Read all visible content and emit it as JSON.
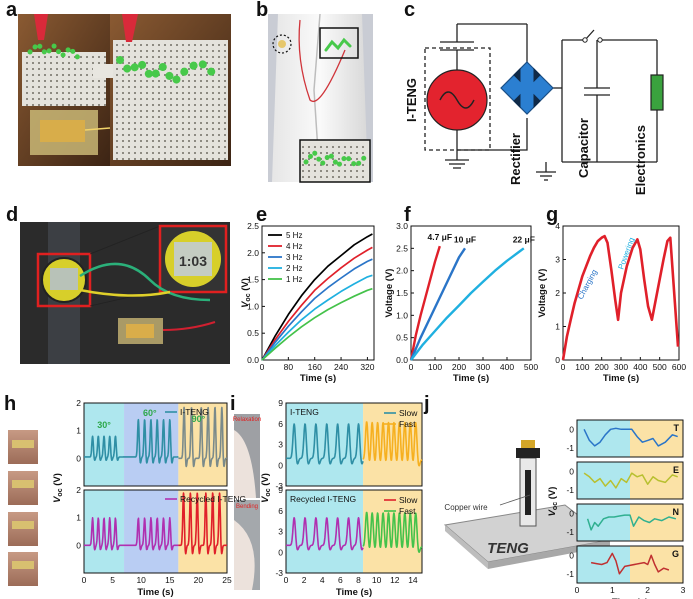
{
  "panels": {
    "a": {
      "label": "a"
    },
    "b": {
      "label": "b"
    },
    "c": {
      "label": "c",
      "texts": {
        "iteng": "I-TENG",
        "rectifier": "Rectifier",
        "capacitor": "Capacitor",
        "electronics": "Electronics"
      }
    },
    "d": {
      "label": "d",
      "watch_time": "1:03"
    },
    "e": {
      "label": "e"
    },
    "f": {
      "label": "f"
    },
    "g": {
      "label": "g",
      "ann": {
        "charging": "Charging",
        "powering": "Powering"
      }
    },
    "h": {
      "label": "h",
      "angles": [
        "30°",
        "60°",
        "90°"
      ]
    },
    "i": {
      "label": "i",
      "photo_labels": [
        "Relaxation",
        "Bending"
      ]
    },
    "j": {
      "label": "j",
      "device": {
        "teng": "TENG",
        "wire": "Copper wire"
      },
      "letters": [
        "T",
        "E",
        "N",
        "G"
      ]
    }
  },
  "colors": {
    "cyan_bg": "#aee7ee",
    "blue_bg": "#b9cdf3",
    "yellow_bg": "#fbe2a6",
    "red": "#e0202a",
    "blue": "#2a75c8",
    "lightblue": "#1fb0e0",
    "green": "#44c24a",
    "teal": "#2f8fa5",
    "purple": "#b030b0",
    "orange": "#f6b020",
    "gray": "#7a8a8a"
  },
  "chart_data": [
    {
      "id": "e",
      "type": "line",
      "xlabel": "Time (s)",
      "ylabel": "V_oc (V)",
      "xlim": [
        0,
        340
      ],
      "ylim": [
        0,
        2.5
      ],
      "xticks": [
        0,
        80,
        160,
        240,
        320
      ],
      "yticks": [
        0.0,
        0.5,
        1.0,
        1.5,
        2.0,
        2.5
      ],
      "legend": "top-left",
      "series": [
        {
          "name": "5 Hz",
          "color": "#000000",
          "x": [
            0,
            40,
            80,
            120,
            160,
            200,
            240,
            280,
            320,
            335
          ],
          "y": [
            0,
            0.45,
            0.85,
            1.2,
            1.5,
            1.75,
            1.95,
            2.15,
            2.3,
            2.35
          ]
        },
        {
          "name": "4 Hz",
          "color": "#e0202a",
          "x": [
            0,
            40,
            80,
            120,
            160,
            200,
            240,
            280,
            320,
            335
          ],
          "y": [
            0,
            0.38,
            0.72,
            1.02,
            1.3,
            1.52,
            1.72,
            1.9,
            2.05,
            2.1
          ]
        },
        {
          "name": "3 Hz",
          "color": "#2a75c8",
          "x": [
            0,
            40,
            80,
            120,
            160,
            200,
            240,
            280,
            320,
            335
          ],
          "y": [
            0,
            0.33,
            0.63,
            0.9,
            1.15,
            1.35,
            1.53,
            1.7,
            1.84,
            1.88
          ]
        },
        {
          "name": "2 Hz",
          "color": "#1fb0e0",
          "x": [
            0,
            40,
            80,
            120,
            160,
            200,
            240,
            280,
            320,
            335
          ],
          "y": [
            0,
            0.27,
            0.52,
            0.75,
            0.95,
            1.12,
            1.28,
            1.42,
            1.55,
            1.58
          ]
        },
        {
          "name": "1 Hz",
          "color": "#44c24a",
          "x": [
            0,
            40,
            80,
            120,
            160,
            200,
            240,
            280,
            320,
            335
          ],
          "y": [
            0,
            0.22,
            0.43,
            0.62,
            0.79,
            0.94,
            1.07,
            1.19,
            1.3,
            1.33
          ]
        }
      ]
    },
    {
      "id": "f",
      "type": "line",
      "xlabel": "Time (s)",
      "ylabel": "Voltage (V)",
      "xlim": [
        0,
        500
      ],
      "ylim": [
        0,
        3.0
      ],
      "xticks": [
        0,
        100,
        200,
        300,
        400,
        500
      ],
      "yticks": [
        0.0,
        0.5,
        1.0,
        1.5,
        2.0,
        2.5,
        3.0
      ],
      "series": [
        {
          "name": "4.7 μF",
          "color": "#e0202a",
          "x": [
            0,
            20,
            40,
            60,
            80,
            100,
            120
          ],
          "y": [
            0,
            0.55,
            1.0,
            1.4,
            1.8,
            2.2,
            2.55
          ]
        },
        {
          "name": "10 μF",
          "color": "#2a75c8",
          "x": [
            0,
            40,
            80,
            120,
            160,
            200,
            225
          ],
          "y": [
            0,
            0.5,
            0.95,
            1.4,
            1.85,
            2.3,
            2.5
          ]
        },
        {
          "name": "22 μF",
          "color": "#1fb0e0",
          "x": [
            0,
            50,
            100,
            150,
            200,
            250,
            300,
            350,
            400,
            450,
            470
          ],
          "y": [
            0,
            0.35,
            0.65,
            0.95,
            1.22,
            1.5,
            1.75,
            2.0,
            2.22,
            2.42,
            2.5
          ]
        }
      ]
    },
    {
      "id": "g",
      "type": "line",
      "xlabel": "Time (s)",
      "ylabel": "Voltage (V)",
      "xlim": [
        0,
        600
      ],
      "ylim": [
        0,
        4
      ],
      "xticks": [
        0,
        100,
        200,
        300,
        400,
        500,
        600
      ],
      "yticks": [
        0,
        1,
        2,
        3,
        4
      ],
      "series": [
        {
          "name": "",
          "color": "#e0202a",
          "x": [
            0,
            20,
            40,
            60,
            80,
            100,
            120,
            140,
            160,
            180,
            200,
            215,
            230,
            250,
            270,
            285,
            300,
            330,
            360,
            385,
            400,
            420,
            440,
            460,
            490,
            520,
            540,
            555,
            575,
            595
          ],
          "y": [
            0,
            0.7,
            1.2,
            1.7,
            2.1,
            2.5,
            2.8,
            3.1,
            3.35,
            3.55,
            3.65,
            3.7,
            3.5,
            2.7,
            1.8,
            1.2,
            2.0,
            2.8,
            3.35,
            3.6,
            3.3,
            2.4,
            1.6,
            1.2,
            2.1,
            3.0,
            3.55,
            3.65,
            2.0,
            0.4
          ]
        }
      ]
    },
    {
      "id": "h",
      "type": "line",
      "xlabel": "Time (s)",
      "ylabel": "V_oc (V)",
      "xlim": [
        0,
        25
      ],
      "xticks": [
        0,
        5,
        10,
        15,
        20,
        25
      ],
      "subplots": [
        {
          "ylim": [
            -1,
            2
          ],
          "yticks": [
            0,
            1,
            2
          ],
          "legend": "I-TENG",
          "bands": [
            {
              "x0": 0,
              "x1": 7,
              "color": "#aee7ee"
            },
            {
              "x0": 7,
              "x1": 16.5,
              "color": "#b9cdf3"
            },
            {
              "x0": 16.5,
              "x1": 25,
              "color": "#fbe2a6"
            }
          ],
          "segments": [
            {
              "color": "#2f8fa5",
              "x0": 0,
              "x1": 7,
              "peaks": [
                1.5,
                2.5,
                3.5,
                4.5,
                5.5
              ],
              "amp": 0.75,
              "base": 0.05
            },
            {
              "color": "#2f8fa5",
              "x0": 7,
              "x1": 16.5,
              "peaks": [
                9.5,
                10.6,
                11.7,
                12.8,
                13.9,
                15
              ],
              "amp": 1.35,
              "base": 0.05
            },
            {
              "color": "#7a8a8a",
              "x0": 16.5,
              "x1": 25,
              "peaks": [
                17.5,
                18.8,
                20.5,
                21.7,
                22.9,
                24.1
              ],
              "amp": 1.85,
              "base": 0.0
            }
          ]
        },
        {
          "ylim": [
            -1,
            2
          ],
          "yticks": [
            0,
            1,
            2
          ],
          "legend": "Recycled I-TENG",
          "bands": [
            {
              "x0": 0,
              "x1": 7,
              "color": "#aee7ee"
            },
            {
              "x0": 7,
              "x1": 16.5,
              "color": "#b9cdf3"
            },
            {
              "x0": 16.5,
              "x1": 25,
              "color": "#fbe2a6"
            }
          ],
          "segments": [
            {
              "color": "#b030b0",
              "x0": 0,
              "x1": 16.5,
              "peaks": [
                1.5,
                2.5,
                3.5,
                4.5,
                5.5,
                9.5,
                10.6,
                11.7,
                12.8,
                13.9,
                15
              ],
              "amp": 1.0,
              "base": 0.0
            },
            {
              "color": "#e0202a",
              "x0": 16.5,
              "x1": 25,
              "peaks": [
                17.4,
                18.6,
                19.8,
                21.3,
                22.5,
                23.7
              ],
              "amp": 1.9,
              "base": 0.0
            }
          ]
        }
      ]
    },
    {
      "id": "i",
      "type": "line",
      "xlabel": "Time (s)",
      "ylabel": "V_oc (V)",
      "xlim": [
        0,
        15
      ],
      "xticks": [
        0,
        2,
        4,
        6,
        8,
        10,
        12,
        14
      ],
      "subplots": [
        {
          "ylim": [
            -3,
            9
          ],
          "yticks": [
            -3,
            0,
            3,
            6,
            9
          ],
          "legend_title": "I-TENG",
          "legend": [
            "Slow",
            "Fast"
          ],
          "bands": [
            {
              "x0": 0,
              "x1": 8.5,
              "color": "#aee7ee"
            },
            {
              "x0": 8.5,
              "x1": 15,
              "color": "#fbe2a6"
            }
          ],
          "segments": [
            {
              "color": "#2f8fa5",
              "x0": 0,
              "x1": 8.5,
              "peaks": [
                0.9,
                2.1,
                3.3,
                4.5,
                5.7,
                6.9,
                8.0
              ],
              "amp": 5.0,
              "base": 1.0
            },
            {
              "color": "#f6b020",
              "x0": 8.5,
              "x1": 15,
              "peaks": [
                8.9,
                9.5,
                10.1,
                10.7,
                11.3,
                11.9,
                12.5,
                13.1,
                13.7,
                14.3
              ],
              "amp": 5.5,
              "base": 0.8
            }
          ]
        },
        {
          "ylim": [
            -3,
            9
          ],
          "yticks": [
            -3,
            0,
            3,
            6,
            9
          ],
          "legend_title": "Recycled I-TENG",
          "legend": [
            "Slow",
            "Fast"
          ],
          "bands": [
            {
              "x0": 0,
              "x1": 8.5,
              "color": "#aee7ee"
            },
            {
              "x0": 8.5,
              "x1": 15,
              "color": "#fbe2a6"
            }
          ],
          "segments": [
            {
              "color": "#b030b0",
              "x0": 0,
              "x1": 8.5,
              "peaks": [
                0.9,
                2.1,
                3.3,
                4.5,
                5.7,
                6.9,
                8.0
              ],
              "amp": 4.0,
              "base": 1.0
            },
            {
              "color": "#44c24a",
              "x0": 8.5,
              "x1": 15,
              "peaks": [
                8.9,
                9.5,
                10.1,
                10.7,
                11.3,
                11.9,
                12.5,
                13.1,
                13.7,
                14.3
              ],
              "amp": 5.0,
              "base": 0.8
            }
          ]
        }
      ]
    },
    {
      "id": "j",
      "type": "line",
      "xlabel": "Time (s)",
      "ylabel": "V_oc (V)",
      "xlim": [
        0,
        3
      ],
      "xticks": [
        0,
        1,
        2,
        3
      ],
      "subplots": [
        {
          "letter": "T",
          "color": "#2a75c8",
          "ylim": [
            -1.5,
            0.5
          ],
          "yticks": [
            -1,
            0
          ],
          "x": [
            0.2,
            0.35,
            0.5,
            0.65,
            0.8,
            0.95,
            1.1,
            1.25,
            1.4,
            1.55,
            1.7,
            1.85,
            2.0,
            2.15,
            2.3,
            2.5,
            2.7,
            2.85
          ],
          "y": [
            0,
            -0.6,
            -0.9,
            -0.7,
            -0.3,
            0.0,
            0.05,
            0.0,
            0.0,
            0.0,
            -0.4,
            -0.7,
            -0.6,
            -0.5,
            -0.9,
            -0.7,
            -0.3,
            -0.4
          ]
        },
        {
          "letter": "E",
          "color": "#b8c030",
          "ylim": [
            -1.5,
            0.5
          ],
          "yticks": [
            -1,
            0
          ],
          "x": [
            0.2,
            0.35,
            0.5,
            0.65,
            0.8,
            0.95,
            1.1,
            1.25,
            1.4,
            1.55,
            1.7,
            1.85,
            2.0,
            2.15,
            2.3,
            2.5,
            2.7,
            2.85
          ],
          "y": [
            -0.1,
            -0.3,
            -0.6,
            -0.4,
            -0.8,
            -0.5,
            -0.9,
            -0.4,
            -0.6,
            -0.1,
            -0.3,
            -0.2,
            -0.7,
            -0.3,
            -0.5,
            -0.6,
            -0.2,
            -0.3
          ]
        },
        {
          "letter": "N",
          "color": "#30b090",
          "ylim": [
            -1.5,
            0.5
          ],
          "yticks": [
            -1,
            0
          ],
          "x": [
            0.3,
            0.4,
            0.5,
            0.6,
            0.75,
            0.9,
            1.05,
            1.2,
            1.35,
            1.5,
            1.6,
            1.75,
            1.9,
            2.05,
            2.2,
            2.4,
            2.6,
            2.8
          ],
          "y": [
            -0.3,
            -0.9,
            -0.5,
            -0.7,
            -0.3,
            -0.2,
            -0.2,
            -0.15,
            -0.1,
            -0.1,
            -0.7,
            -0.2,
            -0.4,
            -0.5,
            -0.3,
            -0.4,
            -0.2,
            -0.3
          ]
        },
        {
          "letter": "G",
          "color": "#c03030",
          "ylim": [
            -1.5,
            0.5
          ],
          "yticks": [
            -1,
            0
          ],
          "x": [
            0.4,
            0.55,
            0.7,
            0.85,
            1.0,
            1.1,
            1.2,
            1.35,
            1.9,
            2.0,
            2.1,
            2.2,
            2.3,
            2.45,
            2.6
          ],
          "y": [
            -0.4,
            -0.45,
            -0.5,
            -0.4,
            0.1,
            -0.3,
            -1.0,
            -0.6,
            -0.4,
            -0.5,
            0.0,
            -0.5,
            -0.9,
            -0.7,
            -0.8
          ]
        }
      ]
    }
  ]
}
